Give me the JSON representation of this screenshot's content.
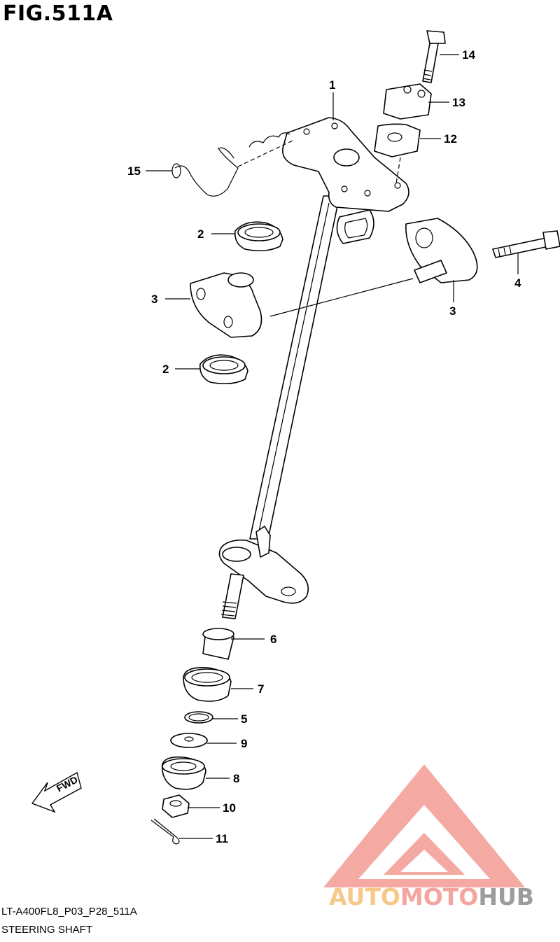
{
  "figure": {
    "title": "FIG.511A",
    "code": "LT-A400FL8_P03_P28_511A",
    "name": "STEERING SHAFT"
  },
  "direction_badge": "FWD",
  "callouts": [
    {
      "id": "c1",
      "label": "1"
    },
    {
      "id": "c2a",
      "label": "2"
    },
    {
      "id": "c2b",
      "label": "2"
    },
    {
      "id": "c3a",
      "label": "3"
    },
    {
      "id": "c3b",
      "label": "3"
    },
    {
      "id": "c4",
      "label": "4"
    },
    {
      "id": "c5",
      "label": "5"
    },
    {
      "id": "c6",
      "label": "6"
    },
    {
      "id": "c7",
      "label": "7"
    },
    {
      "id": "c8",
      "label": "8"
    },
    {
      "id": "c9",
      "label": "9"
    },
    {
      "id": "c10",
      "label": "10"
    },
    {
      "id": "c11",
      "label": "11"
    },
    {
      "id": "c12",
      "label": "12"
    },
    {
      "id": "c13",
      "label": "13"
    },
    {
      "id": "c14",
      "label": "14"
    },
    {
      "id": "c15",
      "label": "15"
    }
  ],
  "watermark": {
    "part1": "AUTO",
    "part2": "MOTO",
    "part3": "HUB",
    "colors": {
      "triangle": "#f4a59f",
      "auto": "#f6c98b",
      "hub": "#9c9c9c"
    }
  }
}
